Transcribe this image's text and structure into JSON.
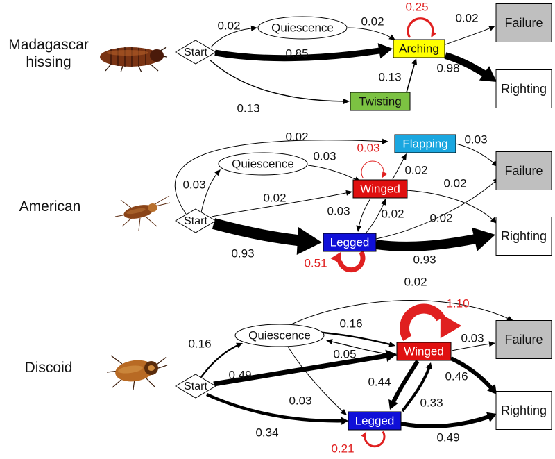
{
  "colors": {
    "red": "#e02020",
    "arching": "#ffff00",
    "twisting": "#7cc242",
    "flapping": "#1aa7e0",
    "winged": "#e01010",
    "legged": "#1010d8",
    "failure": "#bfbfbf",
    "edge": "#000000"
  },
  "panels": [
    {
      "species": [
        "Madagascar",
        "hissing"
      ],
      "icon": "madagascar-hissing-cockroach-icon",
      "nodes": [
        {
          "id": "start",
          "label": "Start",
          "shape": "diamond"
        },
        {
          "id": "quiescence",
          "label": "Quiescence",
          "shape": "ellipse"
        },
        {
          "id": "arching",
          "label": "Arching",
          "shape": "rect",
          "fill": "arching"
        },
        {
          "id": "twisting",
          "label": "Twisting",
          "shape": "rect",
          "fill": "twisting"
        },
        {
          "id": "failure",
          "label": "Failure",
          "shape": "box",
          "fill": "failure"
        },
        {
          "id": "righting",
          "label": "Righting",
          "shape": "box"
        }
      ],
      "edges": [
        {
          "from": "start",
          "to": "quiescence",
          "label": "0.02"
        },
        {
          "from": "quiescence",
          "to": "arching",
          "label": "0.02"
        },
        {
          "from": "start",
          "to": "arching",
          "label": "0.85"
        },
        {
          "from": "start",
          "to": "twisting",
          "label": "0.13"
        },
        {
          "from": "twisting",
          "to": "arching",
          "label": "0.13"
        },
        {
          "from": "arching",
          "to": "arching",
          "label": "0.25",
          "self_loop": true
        },
        {
          "from": "arching",
          "to": "failure",
          "label": "0.02"
        },
        {
          "from": "arching",
          "to": "righting",
          "label": "0.98"
        }
      ]
    },
    {
      "species": [
        "American"
      ],
      "icon": "american-cockroach-icon",
      "nodes": [
        {
          "id": "start",
          "label": "Start",
          "shape": "diamond"
        },
        {
          "id": "quiescence",
          "label": "Quiescence",
          "shape": "ellipse"
        },
        {
          "id": "flapping",
          "label": "Flapping",
          "shape": "rect",
          "fill": "flapping"
        },
        {
          "id": "winged",
          "label": "Winged",
          "shape": "rect",
          "fill": "winged"
        },
        {
          "id": "legged",
          "label": "Legged",
          "shape": "rect",
          "fill": "legged"
        },
        {
          "id": "failure",
          "label": "Failure",
          "shape": "box",
          "fill": "failure"
        },
        {
          "id": "righting",
          "label": "Righting",
          "shape": "box"
        }
      ],
      "edges": [
        {
          "from": "start",
          "to": "flapping",
          "label": "0.02"
        },
        {
          "from": "start",
          "to": "quiescence",
          "label": "0.03"
        },
        {
          "from": "quiescence",
          "to": "winged",
          "label": "0.03"
        },
        {
          "from": "start",
          "to": "winged",
          "label": "0.02"
        },
        {
          "from": "start",
          "to": "legged",
          "label": "0.93"
        },
        {
          "from": "winged",
          "to": "winged",
          "label": "0.03",
          "self_loop": true
        },
        {
          "from": "winged",
          "to": "flapping",
          "label": "0.02"
        },
        {
          "from": "flapping",
          "to": "failure",
          "label": "0.03"
        },
        {
          "from": "winged",
          "to": "righting",
          "label": "0.02"
        },
        {
          "from": "winged",
          "to": "legged",
          "label": "0.03"
        },
        {
          "from": "legged",
          "to": "winged",
          "label": "0.02"
        },
        {
          "from": "legged",
          "to": "failure",
          "label": "0.02"
        },
        {
          "from": "legged",
          "to": "legged",
          "label": "0.51",
          "self_loop": true
        },
        {
          "from": "legged",
          "to": "righting",
          "label": "0.93"
        }
      ]
    },
    {
      "species": [
        "Discoid"
      ],
      "icon": "discoid-cockroach-icon",
      "nodes": [
        {
          "id": "start",
          "label": "Start",
          "shape": "diamond"
        },
        {
          "id": "quiescence",
          "label": "Quiescence",
          "shape": "ellipse"
        },
        {
          "id": "winged",
          "label": "Winged",
          "shape": "rect",
          "fill": "winged"
        },
        {
          "id": "legged",
          "label": "Legged",
          "shape": "rect",
          "fill": "legged"
        },
        {
          "id": "failure",
          "label": "Failure",
          "shape": "box",
          "fill": "failure"
        },
        {
          "id": "righting",
          "label": "Righting",
          "shape": "box"
        }
      ],
      "edges": [
        {
          "from": "start",
          "to": "quiescence",
          "label": "0.16"
        },
        {
          "from": "quiescence",
          "to": "winged",
          "label": "0.16"
        },
        {
          "from": "winged",
          "to": "quiescence",
          "label": "0.05"
        },
        {
          "from": "quiescence",
          "to": "failure",
          "label": "0.02"
        },
        {
          "from": "start",
          "to": "winged",
          "label": "0.49"
        },
        {
          "from": "quiescence",
          "to": "legged",
          "label": "0.03"
        },
        {
          "from": "start",
          "to": "legged",
          "label": "0.34"
        },
        {
          "from": "winged",
          "to": "winged",
          "label": "1.10",
          "self_loop": true
        },
        {
          "from": "winged",
          "to": "failure",
          "label": "0.03"
        },
        {
          "from": "winged",
          "to": "legged",
          "label": "0.44"
        },
        {
          "from": "legged",
          "to": "winged",
          "label": "0.33"
        },
        {
          "from": "winged",
          "to": "righting",
          "label": "0.46"
        },
        {
          "from": "legged",
          "to": "legged",
          "label": "0.21",
          "self_loop": true
        },
        {
          "from": "legged",
          "to": "righting",
          "label": "0.49"
        }
      ]
    }
  ]
}
